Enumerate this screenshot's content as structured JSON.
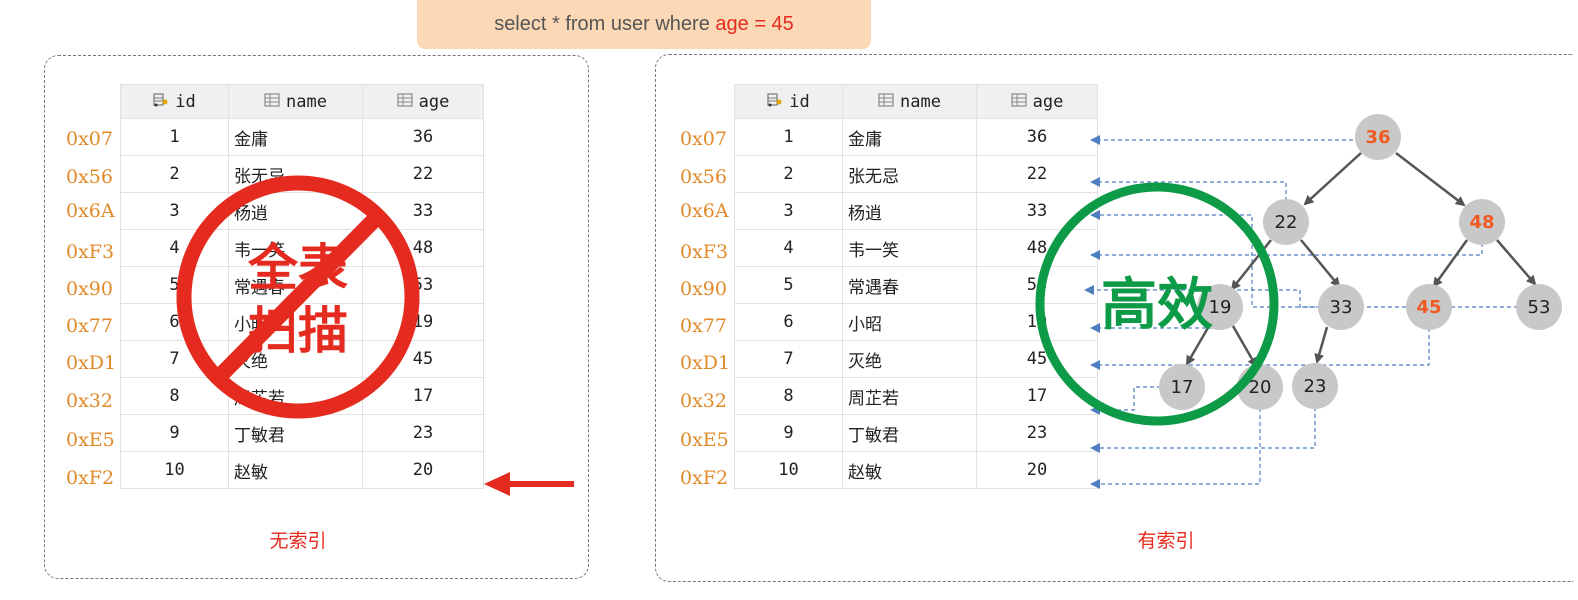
{
  "sql": {
    "prefix": "select * from user where ",
    "highlight": "age = 45"
  },
  "columns": [
    "id",
    "name",
    "age"
  ],
  "addresses": [
    "0x07",
    "0x56",
    "0x6A",
    "0xF3",
    "0x90",
    "0x77",
    "0xD1",
    "0x32",
    "0xE5",
    "0xF2"
  ],
  "rows": [
    {
      "id": "1",
      "name": "金庸",
      "age": "36"
    },
    {
      "id": "2",
      "name": "张无忌",
      "age": "22"
    },
    {
      "id": "3",
      "name": "杨逍",
      "age": "33"
    },
    {
      "id": "4",
      "name": "韦一笑",
      "age": "48"
    },
    {
      "id": "5",
      "name": "常遇春",
      "age": "53"
    },
    {
      "id": "6",
      "name": "小昭",
      "age": "19"
    },
    {
      "id": "7",
      "name": "灭绝",
      "age": "45"
    },
    {
      "id": "8",
      "name": "周芷若",
      "age": "17"
    },
    {
      "id": "9",
      "name": "丁敏君",
      "age": "23"
    },
    {
      "id": "10",
      "name": "赵敏",
      "age": "20"
    }
  ],
  "left_panel": {
    "label": "无索引",
    "stamp_line1": "全表",
    "stamp_line2": "扫描"
  },
  "right_panel": {
    "label": "有索引",
    "stamp": "高效"
  },
  "tree_nodes": [
    "36",
    "22",
    "48",
    "19",
    "33",
    "45",
    "53",
    "17",
    "20",
    "23"
  ],
  "highlight_nodes": [
    "36",
    "48",
    "45"
  ],
  "colors": {
    "red": "#e52b1f",
    "green": "#0e9b47",
    "orange": "#f05a22",
    "node": "#c8c8c8",
    "link": "#4f7fc0",
    "addr": "#e08a2a"
  }
}
